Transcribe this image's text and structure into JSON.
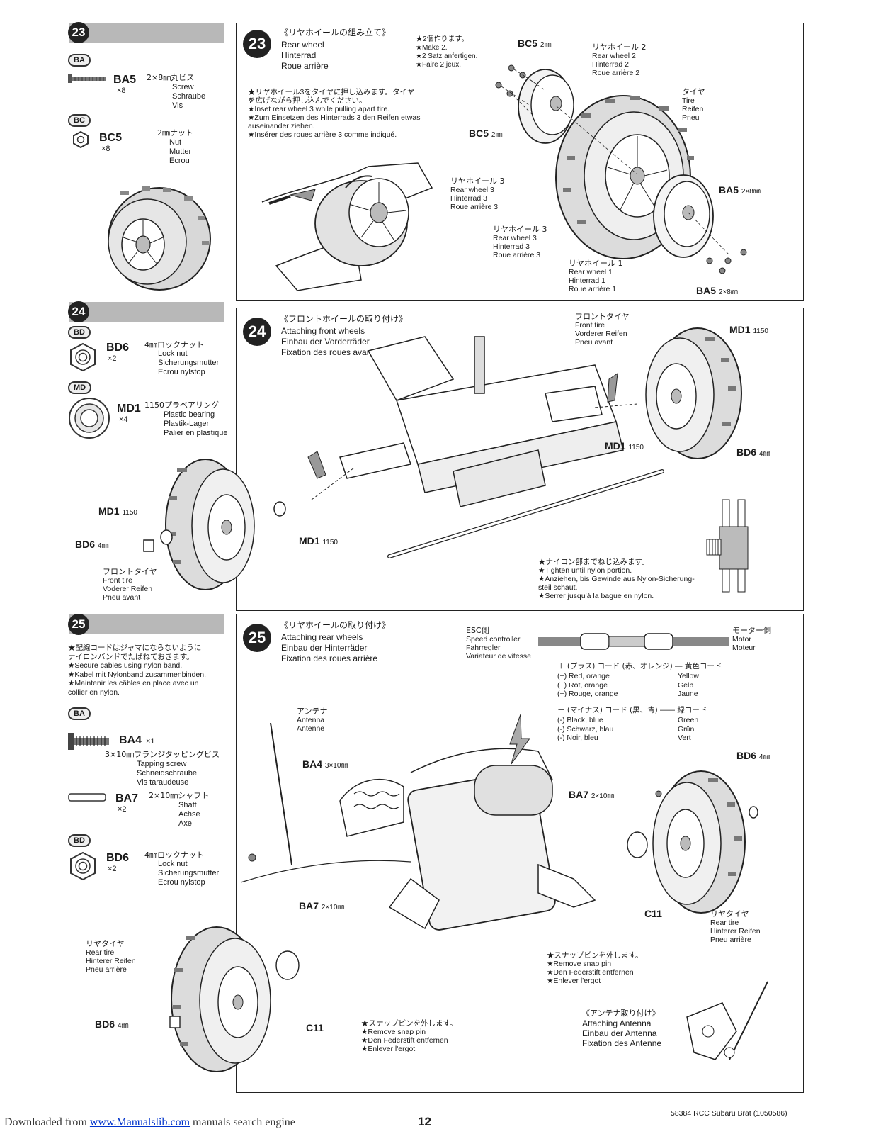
{
  "step23": {
    "num": "23",
    "parts": [
      {
        "code": "BA",
        "name": "BA5",
        "qty": "×8",
        "size": "2×8㎜丸ビス",
        "desc": [
          "Screw",
          "Schraube",
          "Vis"
        ]
      },
      {
        "code": "BC",
        "name": "BC5",
        "qty": "×8",
        "size": "2㎜ナット",
        "desc": [
          "Nut",
          "Mutter",
          "Ecrou"
        ]
      }
    ],
    "title_jp": "《リヤホイールの組み立て》",
    "title": [
      "Rear wheel",
      "Hinterrad",
      "Roue arrière"
    ],
    "make": [
      "★2個作ります。",
      "★Make 2.",
      "★2 Satz anfertigen.",
      "★Faire 2 jeux."
    ],
    "note": [
      "★リヤホイール3をタイヤに押し込みます。タイヤ",
      "を広げながら押し込んでください。",
      "★Inset rear wheel 3 while pulling apart tire.",
      "★Zum Einsetzen des Hinterrads 3 den Reifen etwas",
      "auseinander ziehen.",
      "★Insérer des roues arrière 3 comme indiqué."
    ],
    "labels": {
      "bc5_top": "BC5",
      "bc5_top_size": "2㎜",
      "bc5_left": "BC5",
      "bc5_left_size": "2㎜",
      "rw2": [
        "リヤホイール 2",
        "Rear wheel 2",
        "Hinterrad 2",
        "Roue arrière 2"
      ],
      "tire": [
        "タイヤ",
        "Tire",
        "Reifen",
        "Pneu"
      ],
      "rw3a": [
        "リヤホイール 3",
        "Rear wheel 3",
        "Hinterrad 3",
        "Roue arrière 3"
      ],
      "rw3b": [
        "リヤホイール 3",
        "Rear wheel 3",
        "Hinterrad 3",
        "Roue arrière 3"
      ],
      "rw1": [
        "リヤホイール 1",
        "Rear wheel 1",
        "Hinterrad 1",
        "Roue arrière 1"
      ],
      "ba5_a": "BA5",
      "ba5_a_size": "2×8㎜",
      "ba5_b": "BA5",
      "ba5_b_size": "2×8㎜"
    }
  },
  "step24": {
    "num": "24",
    "parts": [
      {
        "code": "BD",
        "name": "BD6",
        "qty": "×2",
        "size": "4㎜ロックナット",
        "desc": [
          "Lock nut",
          "Sicherungsmutter",
          "Ecrou nylstop"
        ]
      },
      {
        "code": "MD",
        "name": "MD1",
        "qty": "×4",
        "size": "1150プラベアリング",
        "desc": [
          "Plastic bearing",
          "Plastik-Lager",
          "Palier en plastique"
        ]
      }
    ],
    "title_jp": "《フロントホイールの取り付け》",
    "title": [
      "Attaching front wheels",
      "Einbau der Vorderräder",
      "Fixation des roues avant"
    ],
    "labels": {
      "front_tire_r": [
        "フロントタイヤ",
        "Front tire",
        "Vorderer Reifen",
        "Pneu avant"
      ],
      "md1_tr": "MD1",
      "md1_tr_size": "1150",
      "md1_mr": "MD1",
      "md1_mr_size": "1150",
      "bd6_r": "BD6",
      "bd6_r_size": "4㎜",
      "md1_l": "MD1",
      "md1_l_size": "1150",
      "bd6_l": "BD6",
      "bd6_l_size": "4㎜",
      "md1_c": "MD1",
      "md1_c_size": "1150",
      "front_tire_l": [
        "フロントタイヤ",
        "Front tire",
        "Voderer Reifen",
        "Pneu avant"
      ]
    },
    "tighten": [
      "★ナイロン部までねじ込みます。",
      "★Tighten until nylon portion.",
      "★Anziehen, bis Gewinde aus Nylon-Sicherung-",
      "steil schaut.",
      "★Serrer jusqu'à la bague en nylon."
    ]
  },
  "step25": {
    "num": "25",
    "note": [
      "★配線コードはジャマにならないように",
      "ナイロンバンドでたばねておきます。",
      "★Secure cables using nylon band.",
      "★Kabel mit Nylonband zusammenbinden.",
      "★Maintenir les câbles en place avec un",
      "collier en nylon."
    ],
    "parts": [
      {
        "code": "BA",
        "name": "BA4",
        "qty": "×1",
        "size": "3×10㎜フランジタッピングビス",
        "desc": [
          "Tapping screw",
          "Schneidschraube",
          "Vis taraudeuse"
        ]
      },
      {
        "code": "",
        "name": "BA7",
        "qty": "×2",
        "size": "2×10㎜シャフト",
        "desc": [
          "Shaft",
          "Achse",
          "Axe"
        ]
      },
      {
        "code": "BD",
        "name": "BD6",
        "qty": "×2",
        "size": "4㎜ロックナット",
        "desc": [
          "Lock nut",
          "Sicherungsmutter",
          "Ecrou nylstop"
        ]
      }
    ],
    "title_jp": "《リヤホイールの取り付け》",
    "title": [
      "Attaching rear wheels",
      "Einbau der Hinterräder",
      "Fixation des roues arrière"
    ],
    "esc": [
      "ESC側",
      "Speed controller",
      "Fahrregler",
      "Variateur de vitesse"
    ],
    "motor": [
      "モーター側",
      "Motor",
      "Moteur"
    ],
    "plus_jp": "＋ (プラス) コード (赤、オレンジ) ― 黄色コード",
    "plus": [
      [
        "(+) Red, orange",
        "Yellow"
      ],
      [
        "(+) Rot, orange",
        "Gelb"
      ],
      [
        "(+) Rouge, orange",
        "Jaune"
      ]
    ],
    "minus_jp": "－ (マイナス) コード (黒、青) ―― 緑コード",
    "minus": [
      [
        "(-) Black, blue",
        "Green"
      ],
      [
        "(-) Schwarz, blau",
        "Grün"
      ],
      [
        "(-) Noir, bleu",
        "Vert"
      ]
    ],
    "antenna": [
      "アンテナ",
      "Antenna",
      "Antenne"
    ],
    "labels": {
      "ba4": "BA4",
      "ba4_size": "3×10㎜",
      "ba7_r": "BA7",
      "ba7_r_size": "2×10㎜",
      "ba7_l": "BA7",
      "ba7_l_size": "2×10㎜",
      "bd6_r": "BD6",
      "bd6_r_size": "4㎜",
      "bd6_l": "BD6",
      "bd6_l_size": "4㎜",
      "c11_r": "C11",
      "c11_l": "C11",
      "rear_tire_r": [
        "リヤタイヤ",
        "Rear tire",
        "Hinterer Reifen",
        "Pneu arrière"
      ],
      "rear_tire_l": [
        "リヤタイヤ",
        "Rear tire",
        "Hinterer Reifen",
        "Pneu arrière"
      ]
    },
    "snap_r": [
      "★スナップピンを外します。",
      "★Remove snap pin",
      "★Den Federstift entfernen",
      "★Enlever l'ergot"
    ],
    "snap_l": [
      "★スナップピンを外します。",
      "★Remove snap pin",
      "★Den Federstift entfernen",
      "★Enlever l'ergot"
    ],
    "antenna_attach": [
      "《アンテナ取り付け》",
      "Attaching Antenna",
      "Einbau der Antenna",
      "Fixation des Antenne"
    ]
  },
  "footer": {
    "downloaded": "Downloaded from",
    "link": "www.Manualslib.com",
    "engine": "manuals search engine",
    "page": "12",
    "doc": "58384  RCC Subaru Brat (1050586)"
  }
}
